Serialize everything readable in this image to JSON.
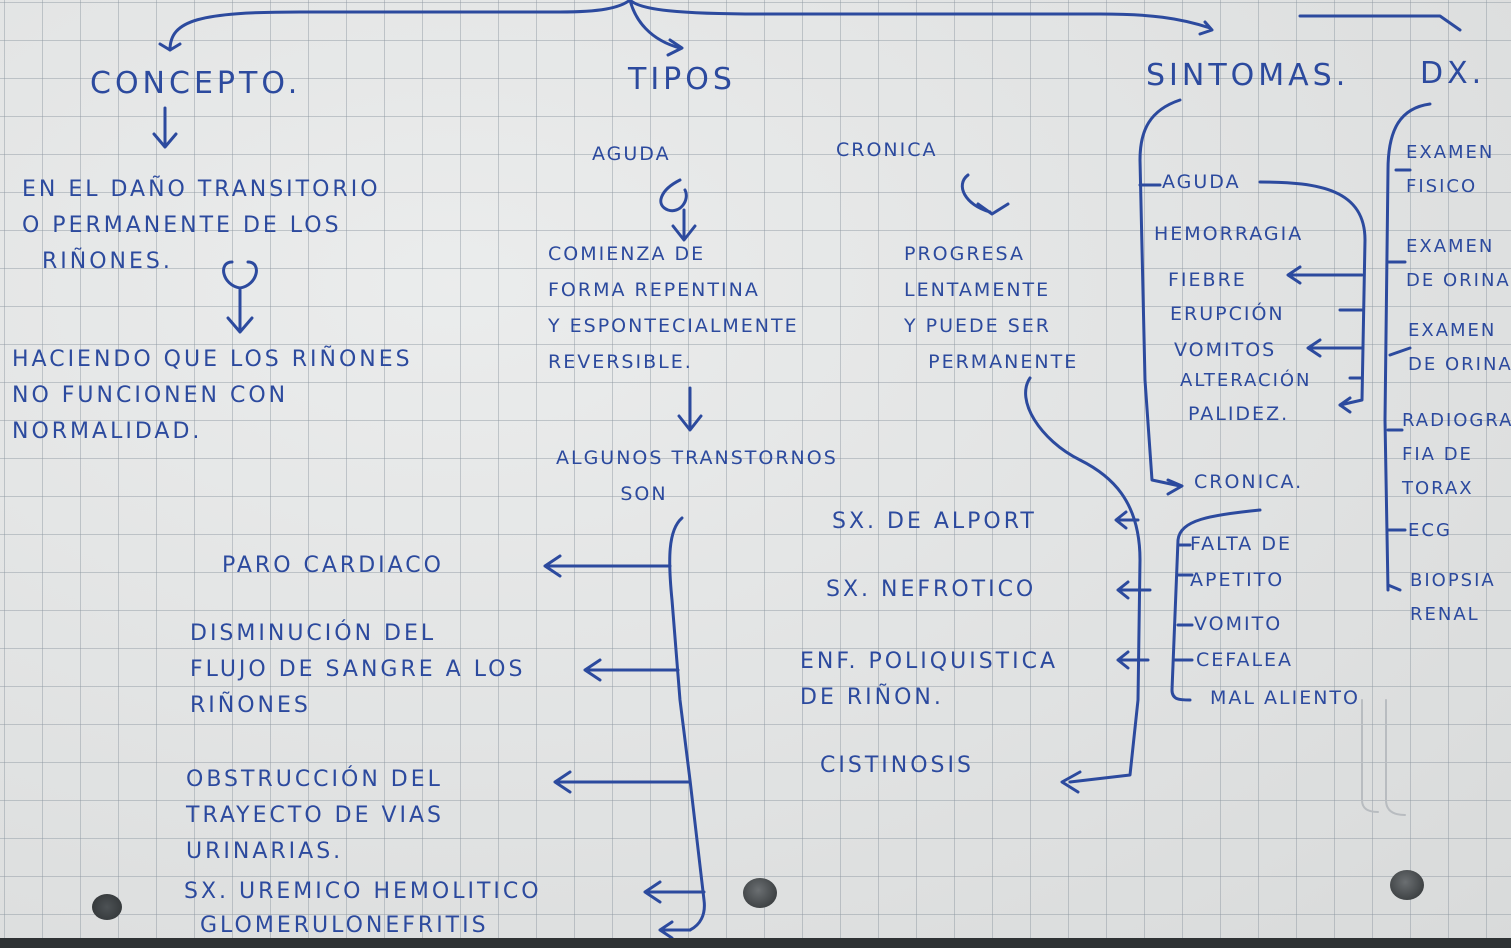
{
  "headers": {
    "concepto": "CONCEPTO.",
    "tipos": "TIPOS",
    "sintomas": "SINTOMAS.",
    "dx": "DX."
  },
  "concepto": {
    "definition": "EN EL DAÑO TRANSITORIO\nO PERMANENTE DE LOS\n  RIÑONES.",
    "consequence": "HACIENDO QUE LOS RIÑONES\nNO FUNCIONEN CON\nNORMALIDAD."
  },
  "tipos": {
    "aguda": {
      "label": "AGUDA",
      "description": "COMIENZA DE\nFORMA REPENTINA\nY ESPONTECIALMENTE\nREVERSIBLE."
    },
    "cronica": {
      "label": "CRONICA",
      "description": "PROGRESA\nLENTAMENTE\nY PUEDE SER\n   PERMANENTE"
    },
    "transtornos_label": "ALGUNOS TRANSTORNOS\n        SON",
    "agudos_causes": [
      "PARO CARDIACO",
      "DISMINUCIÓN DEL\nFLUJO DE SANGRE A LOS\nRIÑONES",
      "OBSTRUCCIÓN DEL\nTRAYECTO DE VIAS\nURINARIAS.",
      "SX. UREMICO HEMOLITICO",
      "GLOMERULONEFRITIS"
    ],
    "cronicos_causes": [
      "SX. DE ALPORT",
      "SX. NEFROTICO",
      "ENF. POLIQUISTICA\nDE RIÑON.",
      "CISTINOSIS"
    ]
  },
  "sintomas": {
    "aguda_label": "AGUDA",
    "aguda": [
      "HEMORRAGIA",
      "FIEBRE",
      "ERUPCIÓN",
      "VOMITOS",
      "ALTERACIÓN",
      "PALIDEZ."
    ],
    "cronica_label": "CRONICA.",
    "cronica": [
      "FALTA DE\nAPETITO",
      "VOMITO",
      "CEFALEA",
      "MAL ALIENTO"
    ]
  },
  "dx": {
    "items": [
      "EXAMEN\nFISICO",
      "EXAMEN\nDE ORINA",
      "EXAMEN\nDE ORINA",
      "RADIOGRA\nFIA DE\nTORAX",
      "ECG",
      "BIOPSIA\nRENAL"
    ]
  },
  "colors": {
    "ink": "#2c4a9e",
    "paper": "#e4e6e6",
    "grid": "#8c96a0"
  }
}
